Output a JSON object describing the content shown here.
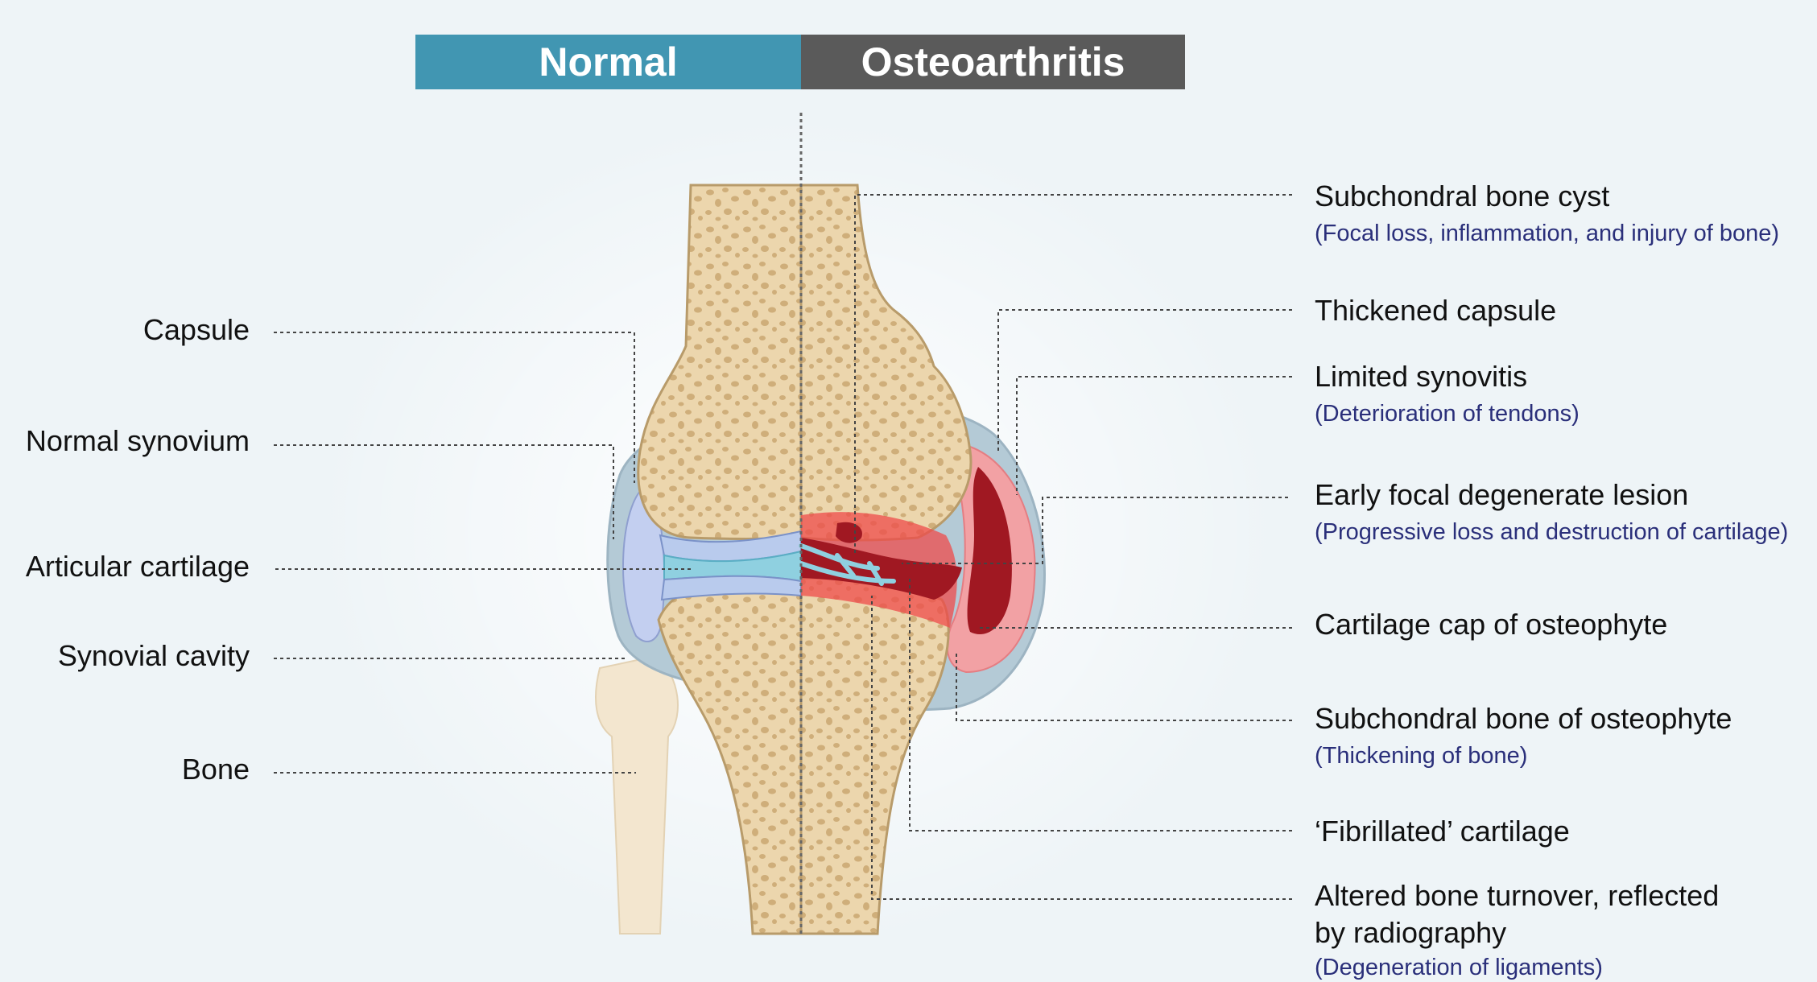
{
  "header": {
    "normal_tab": "Normal",
    "oa_tab": "Osteoarthritis"
  },
  "colors": {
    "normal_tab": "#4196b2",
    "oa_tab": "#5a5a5a",
    "bone": "#ecd6ad",
    "bone_outline": "#b89b6a",
    "capsule": "#aec7d4",
    "cartilage": "#b9cbed",
    "synovial_fluid": "#7fc6d9",
    "inflammation": "#e52d2d",
    "lesion": "#a01822",
    "sub_text": "#2a2f7a"
  },
  "left_labels": {
    "capsule": "Capsule",
    "normal_synovium": "Normal synovium",
    "articular_cartilage": "Articular cartilage",
    "synovial_cavity": "Synovial cavity",
    "bone": "Bone"
  },
  "right_labels": {
    "cyst_title": "Subchondral bone cyst",
    "cyst_note": "(Focal loss, inflammation, and injury of bone)",
    "thickened_capsule": "Thickened capsule",
    "synovitis_title": "Limited synovitis",
    "synovitis_note": "(Deterioration of tendons)",
    "lesion_title": "Early focal degenerate lesion",
    "lesion_note": "(Progressive loss and destruction of cartilage)",
    "cartilage_cap": "Cartilage cap of osteophyte",
    "osteophyte_bone_title": "Subchondral bone of osteophyte",
    "osteophyte_bone_note": "(Thickening of bone)",
    "fibrillated": "‘Fibrillated’ cartilage",
    "turnover_line1": "Altered bone turnover, reflected",
    "turnover_line2": "by radiography",
    "turnover_note": "(Degeneration of ligaments)"
  }
}
